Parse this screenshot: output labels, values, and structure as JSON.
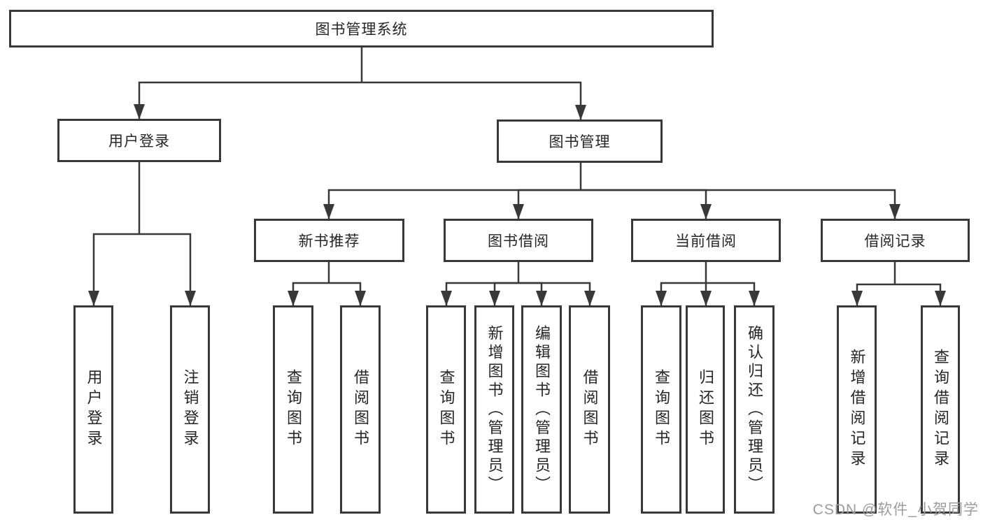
{
  "colors": {
    "line": "#383838",
    "box_border": "#383838",
    "text": "#262626",
    "watermark": "#9c9c9c",
    "background": "#ffffff"
  },
  "diagram": {
    "root": {
      "label": "图书管理系统"
    },
    "level2": [
      {
        "label": "用户登录"
      },
      {
        "label": "图书管理"
      }
    ],
    "level3": [
      {
        "label": "新书推荐"
      },
      {
        "label": "图书借阅"
      },
      {
        "label": "当前借阅"
      },
      {
        "label": "借阅记录"
      }
    ],
    "leaves": [
      {
        "label": "用户登录"
      },
      {
        "label": "注销登录"
      },
      {
        "label": "查询图书"
      },
      {
        "label": "借阅图书"
      },
      {
        "label": "查询图书"
      },
      {
        "label": "新增图书（管理员）"
      },
      {
        "label": "编辑图书（管理员）"
      },
      {
        "label": "借阅图书"
      },
      {
        "label": "查询图书"
      },
      {
        "label": "归还图书"
      },
      {
        "label": "确认归还（管理员）"
      },
      {
        "label": "新增借阅记录"
      },
      {
        "label": "查询借阅记录"
      }
    ]
  },
  "watermark": {
    "text": "CSDN @软件_小贺同学"
  }
}
